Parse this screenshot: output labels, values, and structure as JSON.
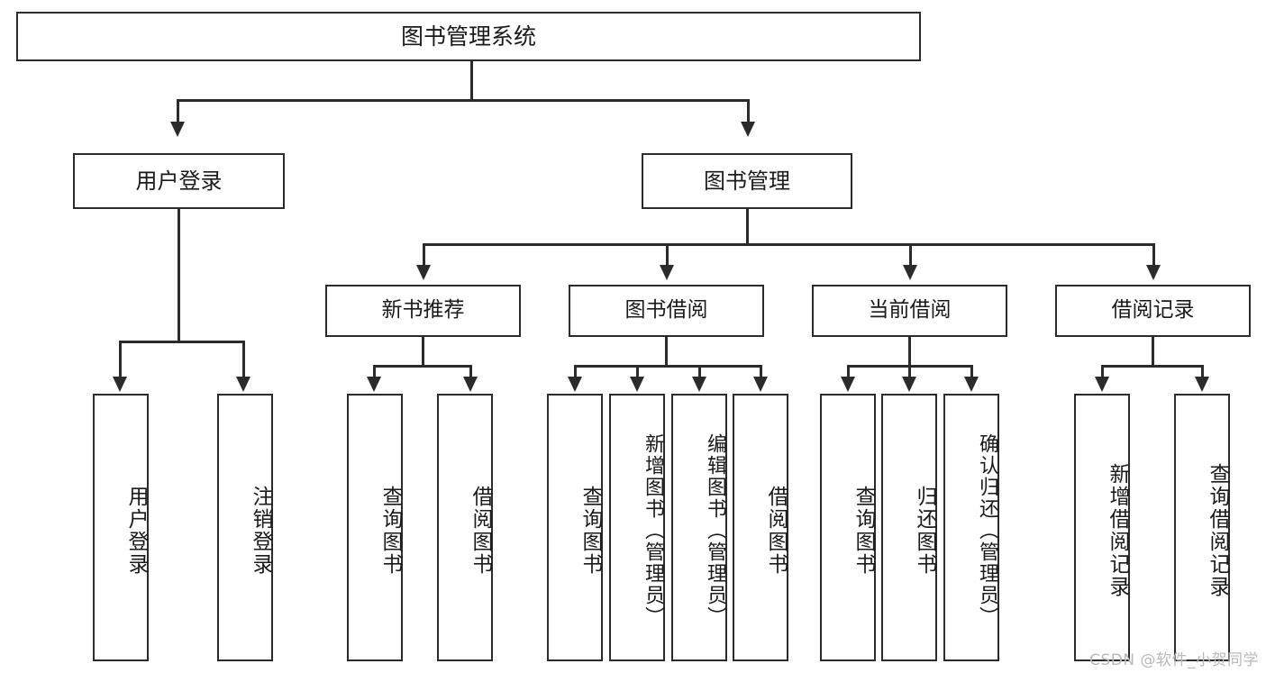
{
  "diagram": {
    "title": "图书管理系统",
    "type": "hierarchy-tree",
    "root": {
      "label": "图书管理系统"
    },
    "level2": [
      {
        "id": "user-login",
        "label": "用户登录"
      },
      {
        "id": "book-management",
        "label": "图书管理"
      }
    ],
    "level3": [
      {
        "id": "new-book-recommend",
        "label": "新书推荐"
      },
      {
        "id": "book-borrow",
        "label": "图书借阅"
      },
      {
        "id": "current-borrow",
        "label": "当前借阅"
      },
      {
        "id": "borrow-record",
        "label": "借阅记录"
      }
    ],
    "leaves": {
      "user_login": [
        {
          "id": "leaf-user-login",
          "label": "用户登录"
        },
        {
          "id": "leaf-logout",
          "label": "注销登录"
        }
      ],
      "new_book_recommend": [
        {
          "id": "leaf-query-book-1",
          "label": "查询图书"
        },
        {
          "id": "leaf-borrow-book-1",
          "label": "借阅图书"
        }
      ],
      "book_borrow": [
        {
          "id": "leaf-query-book-2",
          "label": "查询图书"
        },
        {
          "id": "leaf-add-book",
          "label": "新增图书（管理员）"
        },
        {
          "id": "leaf-edit-book",
          "label": "编辑图书（管理员）"
        },
        {
          "id": "leaf-borrow-book-2",
          "label": "借阅图书"
        }
      ],
      "current_borrow": [
        {
          "id": "leaf-query-book-3",
          "label": "查询图书"
        },
        {
          "id": "leaf-return-book",
          "label": "归还图书"
        },
        {
          "id": "leaf-confirm-return",
          "label": "确认归还（管理员）"
        }
      ],
      "borrow_record": [
        {
          "id": "leaf-add-record",
          "label": "新增借阅记录"
        },
        {
          "id": "leaf-query-record",
          "label": "查询借阅记录"
        }
      ]
    }
  },
  "watermark": {
    "text": "CSDN @软件_小贺同学"
  },
  "colors": {
    "stroke": "#2b2b2b",
    "fill": "#ffffff",
    "text": "#1a1a1a",
    "watermark": "#b9b9b9"
  }
}
